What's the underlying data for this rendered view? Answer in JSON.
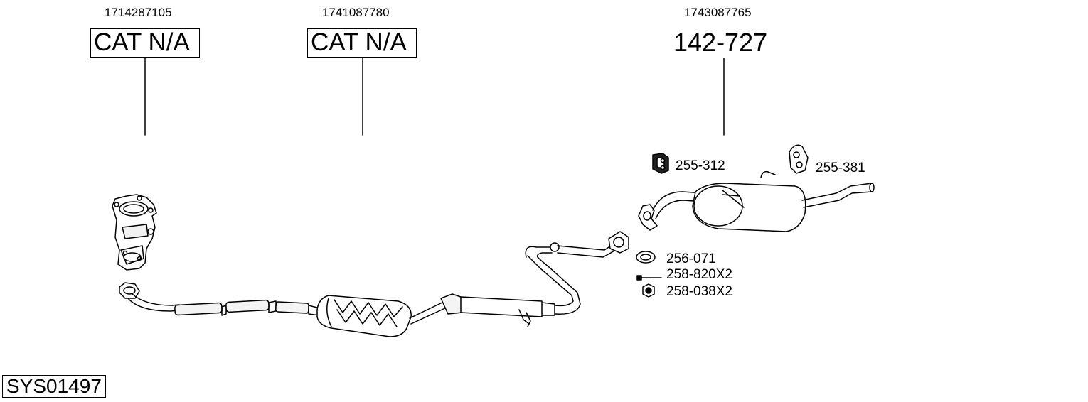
{
  "parts": [
    {
      "oem": "1714287105",
      "label": "CAT N/A"
    },
    {
      "oem": "1741087780",
      "label": "CAT N/A"
    },
    {
      "oem": "1743087765",
      "label": "142-727"
    }
  ],
  "fittings": [
    {
      "code": "255-312"
    },
    {
      "code": "255-381"
    },
    {
      "code": "256-071"
    },
    {
      "code": "258-820X2"
    },
    {
      "code": "258-038X2"
    }
  ],
  "system_code": "SYS01497"
}
